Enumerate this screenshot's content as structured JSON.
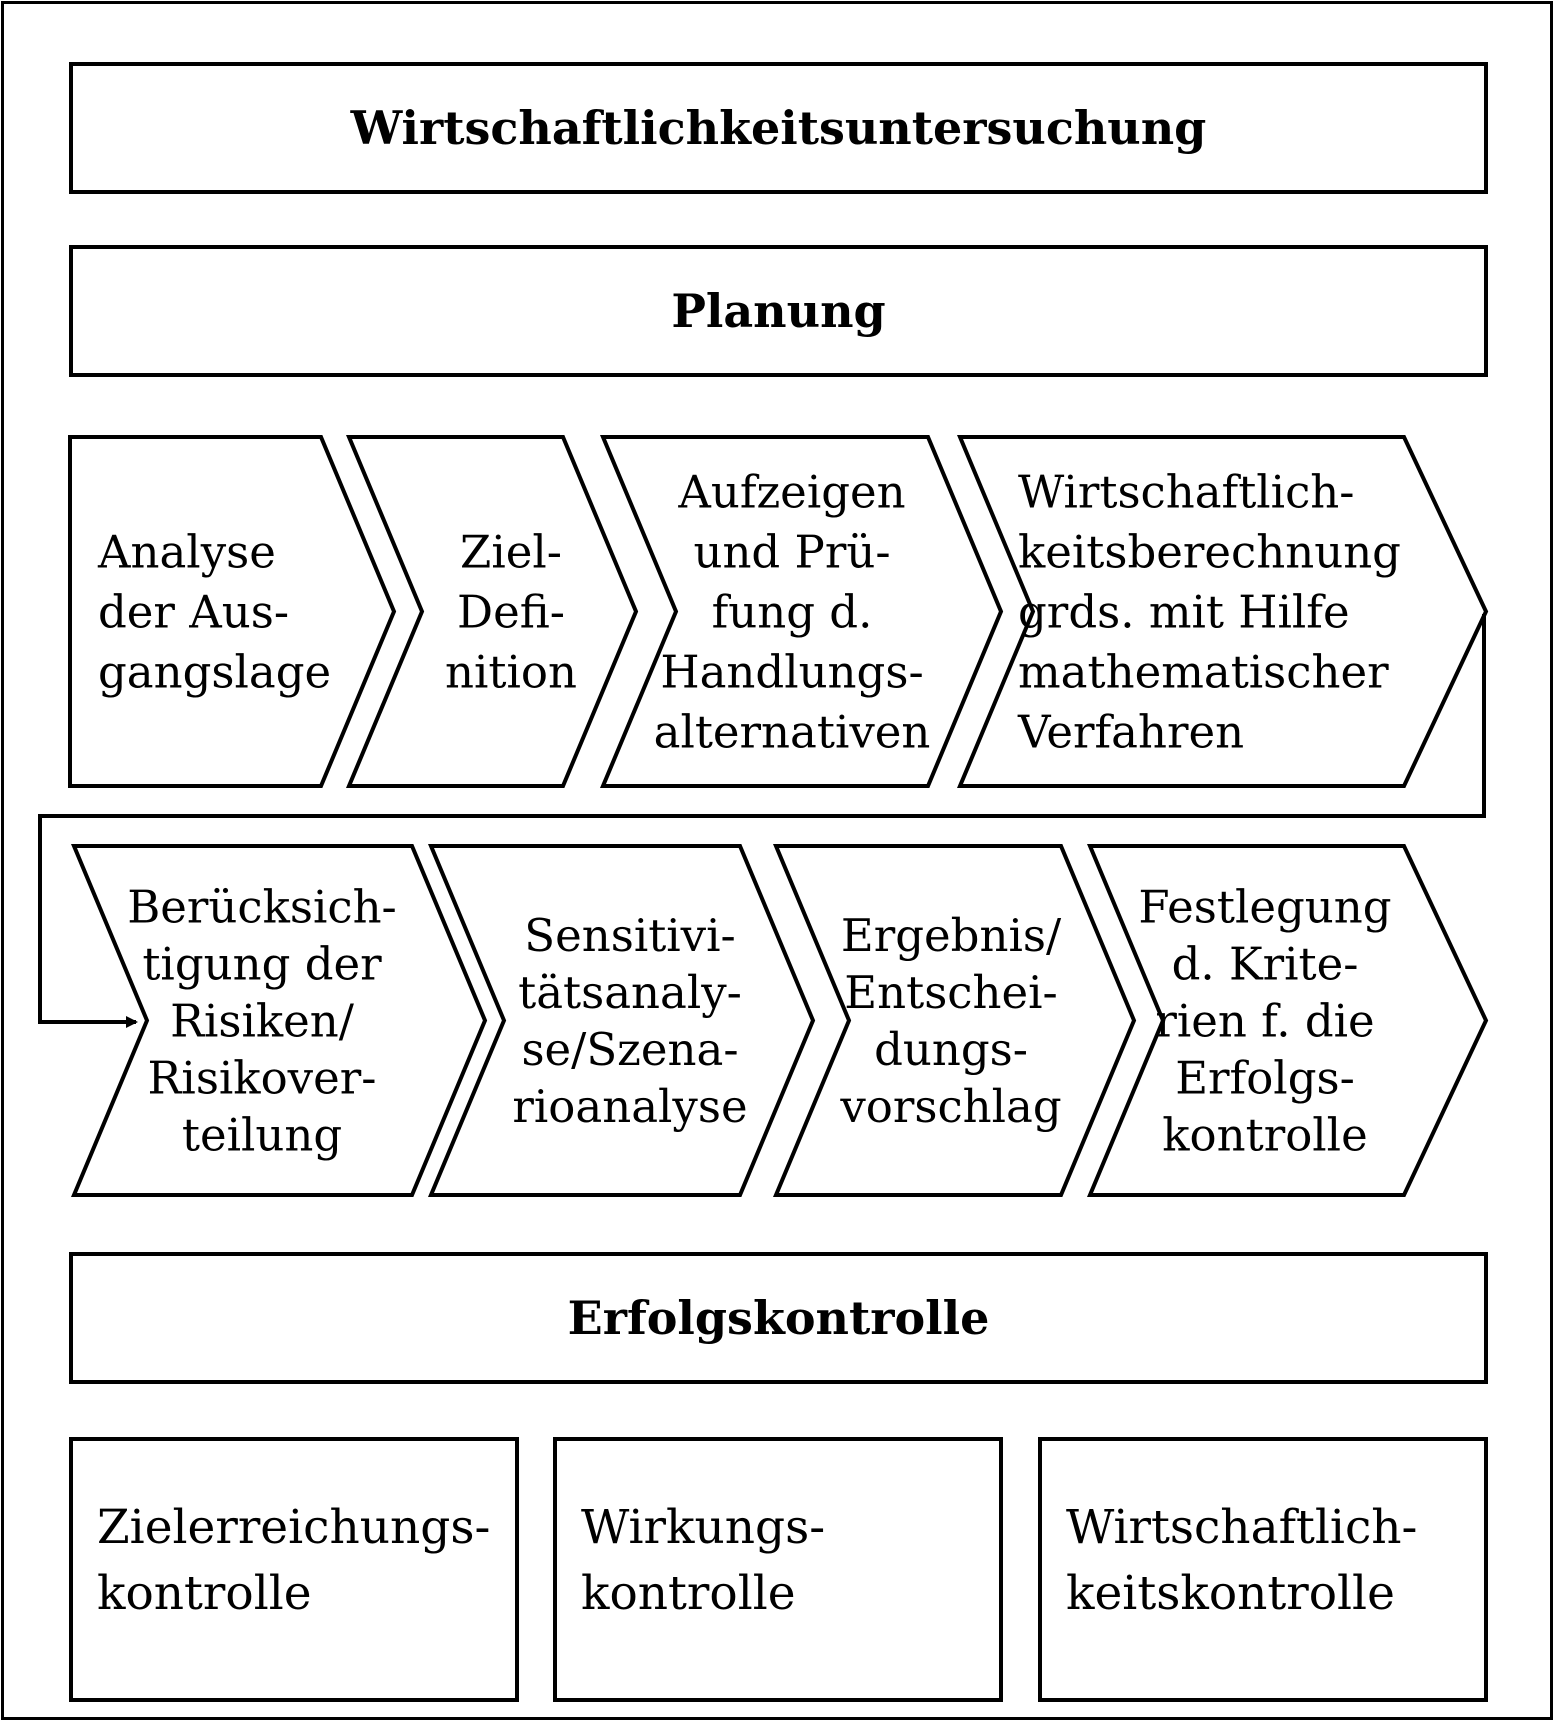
{
  "title": "Wirtschaftlichkeitsuntersuchung",
  "planning": {
    "heading": "Planung",
    "row1": [
      {
        "lines": [
          "Analyse",
          "der Aus-",
          "gangslage"
        ]
      },
      {
        "lines": [
          "Ziel-",
          "Defi-",
          "nition"
        ]
      },
      {
        "lines": [
          "Aufzeigen",
          "und Prü-",
          "fung d.",
          "Handlungs-",
          "alternativen"
        ]
      },
      {
        "lines": [
          "Wirtschaftlich-",
          "keitsberechnung",
          "grds. mit Hilfe",
          "mathematischer",
          "Verfahren"
        ]
      }
    ],
    "row2": [
      {
        "lines": [
          "Berücksich-",
          "tigung der",
          "Risiken/",
          "Risikover-",
          "teilung"
        ]
      },
      {
        "lines": [
          "Sensitivi-",
          "tätsanaly-",
          "se/Szena-",
          "rioanalyse"
        ]
      },
      {
        "lines": [
          "Ergebnis/",
          "Entschei-",
          "dungs-",
          "vorschlag"
        ]
      },
      {
        "lines": [
          "Festlegung",
          "d. Krite-",
          "rien f. die",
          "Erfolgs-",
          "kontrolle"
        ]
      }
    ]
  },
  "success_control": {
    "heading": "Erfolgskontrolle",
    "boxes": [
      {
        "lines": [
          "Zielerreichungs-",
          "kontrolle"
        ]
      },
      {
        "lines": [
          "Wirkungs-",
          "kontrolle"
        ]
      },
      {
        "lines": [
          "Wirtschaftlich-",
          "keitskontrolle"
        ]
      }
    ]
  }
}
